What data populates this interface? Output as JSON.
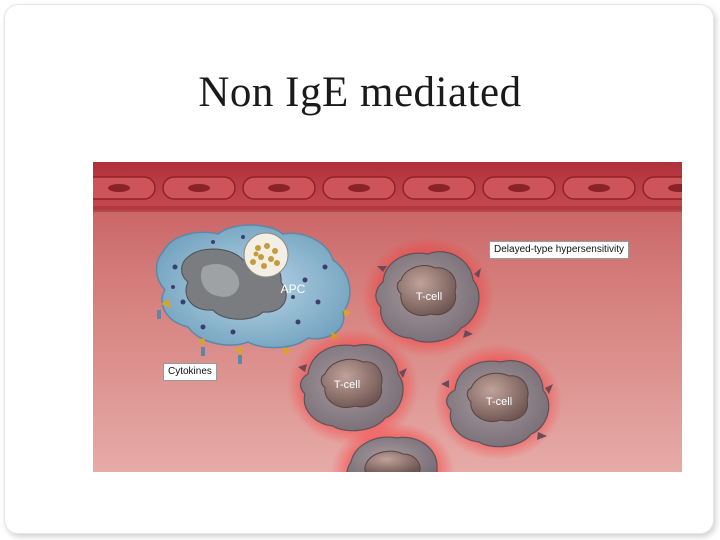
{
  "slide": {
    "title": "Non IgE mediated"
  },
  "figure": {
    "labels": {
      "delayed": "Delayed-type hypersensitivity",
      "cytokines": "Cytokines"
    },
    "cells": {
      "apc": "APC",
      "tcell": "T-cell"
    }
  }
}
